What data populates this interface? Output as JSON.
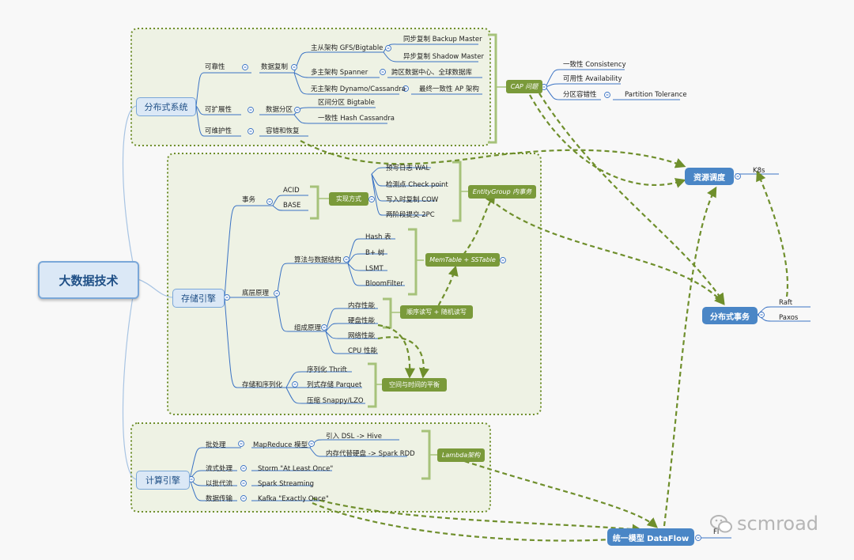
{
  "root": {
    "label": "大数据技术"
  },
  "level1": {
    "distributed_system": "分布式系统",
    "storage_engine": "存储引擎",
    "compute_engine": "计算引擎"
  },
  "distributed": {
    "reliability": "可靠性",
    "data_replication": "数据复制",
    "master_slave": "主从架构 GFS/Bigtable",
    "sync_replication": "同步复制 Backup Master",
    "async_replication": "异步复制 Shadow Master",
    "multi_master": "多主架构 Spanner",
    "cross_dc": "跨区数据中心、全球数据库",
    "masterless": "无主架构 Dynamo/Cassandra",
    "eventual": "最终一致性 AP 架构",
    "scalability": "可扩展性",
    "partitioning": "数据分区",
    "range_partition": "区间分区 Bigtable",
    "hash_partition": "一致性 Hash Cassandra",
    "maintainability": "可维护性",
    "fault_recovery": "容错和恢复"
  },
  "cap": {
    "label": "CAP 问题",
    "consistency": "一致性 Consistency",
    "availability": "可用性 Availability",
    "partition_tolerance_cn": "分区容错性",
    "partition_tolerance_en": "Partition Tolerance"
  },
  "storage": {
    "transaction": "事务",
    "acid": "ACID",
    "base": "BASE",
    "implementation": "实现方式",
    "wal": "预写日志 WAL",
    "checkpoint": "检测点 Check point",
    "cow": "写入时复制 COW",
    "twopc": "两阶段提交 2PC",
    "entity_group": "EntityGroup 内事务",
    "underlying": "底层原理",
    "algorithms": "算法与数据结构",
    "hash_table": "Hash 表",
    "btree": "B+ 树",
    "lsmt": "LSMT",
    "bloom": "BloomFilter",
    "memtable": "MemTable + SSTable",
    "composition": "组成原理",
    "memory_perf": "内存性能",
    "disk_perf": "硬盘性能",
    "network_perf": "网络性能",
    "cpu_perf": "CPU 性能",
    "seq_random": "顺序读写 + 随机读写",
    "serialization": "存储和序列化",
    "thrift": "序列化 Thrift",
    "parquet": "列式存储 Parquet",
    "snappy": "压缩 Snappy/LZO",
    "space_time": "空间与时间的平衡"
  },
  "compute": {
    "batch": "批处理",
    "mapreduce": "MapReduce 模型",
    "dsl_hive": "引入 DSL -> Hive",
    "spark_rdd": "内存代替硬盘 -> Spark RDD",
    "lambda": "Lambda架构",
    "streaming": "流式处理",
    "storm": "Storm \"At Least Once\"",
    "microbatch": "以批代流",
    "spark_streaming": "Spark Streaming",
    "data_transfer": "数据传输",
    "kafka": "Kafka \"Exactly Once\""
  },
  "right": {
    "resource_scheduling": "资源调度",
    "k8s": "K8s",
    "distributed_tx": "分布式事务",
    "raft": "Raft",
    "paxos": "Paxos",
    "dataflow": "统一模型 DataFlow",
    "dataflow_child": "Fl"
  },
  "watermark": "scmroad",
  "colors": {
    "blue_node": "#4a86c6",
    "light_blue": "#dbe8f6",
    "green_node": "#7a9a3a",
    "green_dashed": "#6f8f2c",
    "underline": "#3b73c4",
    "region_fill": "#eef2e4"
  }
}
